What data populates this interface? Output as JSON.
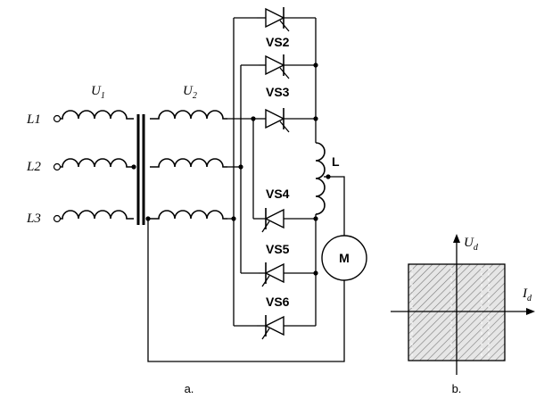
{
  "diagram_a": {
    "lines": [
      "L1",
      "L2",
      "L3"
    ],
    "primary_label": "U",
    "primary_sub": "1",
    "secondary_label": "U",
    "secondary_sub": "2",
    "thyristors": [
      "VS2",
      "VS3",
      "VS4",
      "VS5",
      "VS6"
    ],
    "inductor_label": "L",
    "motor_label": "M",
    "caption": "a."
  },
  "diagram_b": {
    "y_axis_label": "U",
    "y_axis_sub": "d",
    "x_axis_label": "I",
    "x_axis_sub": "d",
    "caption": "b."
  }
}
